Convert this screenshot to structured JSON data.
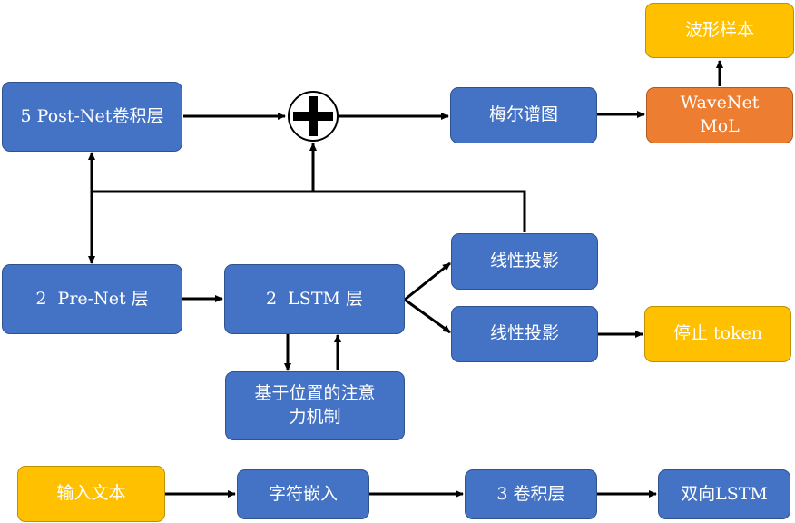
{
  "nodes": {
    "waveform_samples": "波形样本",
    "postnet_conv": "5 Post-Net卷积层",
    "mel_spectrogram": "梅尔谱图",
    "wavenet_mol_line1": "WaveNet",
    "wavenet_mol_line2": "MoL",
    "linear_proj_top": "线性投影",
    "prenet": "2  Pre-Net 层",
    "lstm": "2  LSTM 层",
    "linear_proj_bottom": "线性投影",
    "stop_token": "停止 token",
    "attention_line1": "基于位置的注意",
    "attention_line2": "力机制",
    "input_text": "输入文本",
    "char_embedding": "字符嵌入",
    "conv3": "3 卷积层",
    "bilstm": "双向LSTM"
  },
  "colors": {
    "blue": "#4472c4",
    "orange": "#ed7d31",
    "yellow": "#ffc000",
    "arrow": "#000000"
  }
}
